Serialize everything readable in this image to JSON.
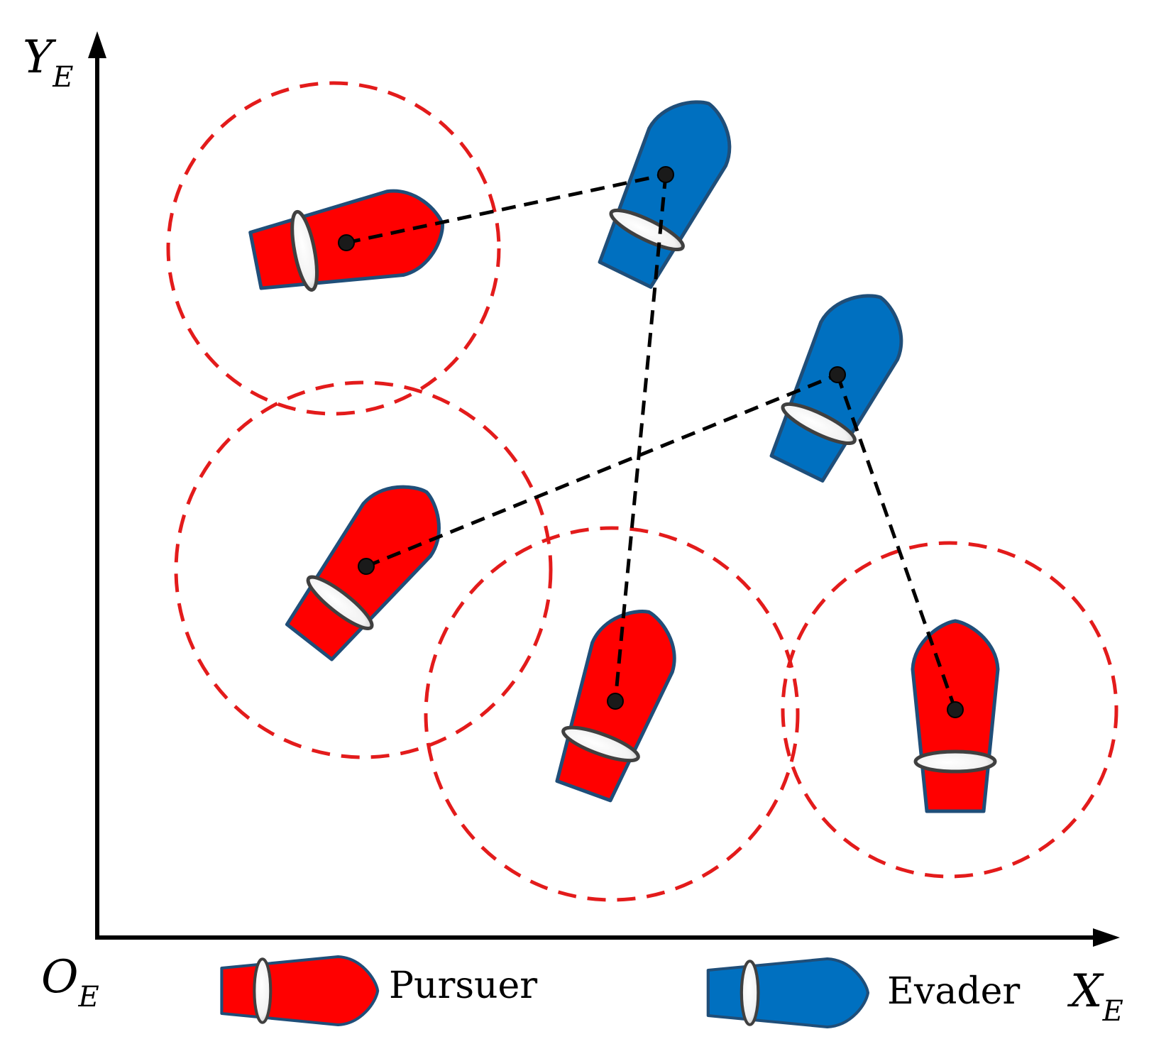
{
  "axes": {
    "y_label": {
      "main": "Y",
      "sub": "E"
    },
    "x_label": {
      "main": "X",
      "sub": "E"
    },
    "origin_label": {
      "main": "O",
      "sub": "E"
    }
  },
  "legend": {
    "pursuer_label": "Pursuer",
    "evader_label": "Evader"
  },
  "colors": {
    "pursuer_fill": "#ff0000",
    "evader_fill": "#0070c0",
    "hull_outline": "#1f4e79",
    "circle": "#e31b1b",
    "link": "#000000"
  }
}
